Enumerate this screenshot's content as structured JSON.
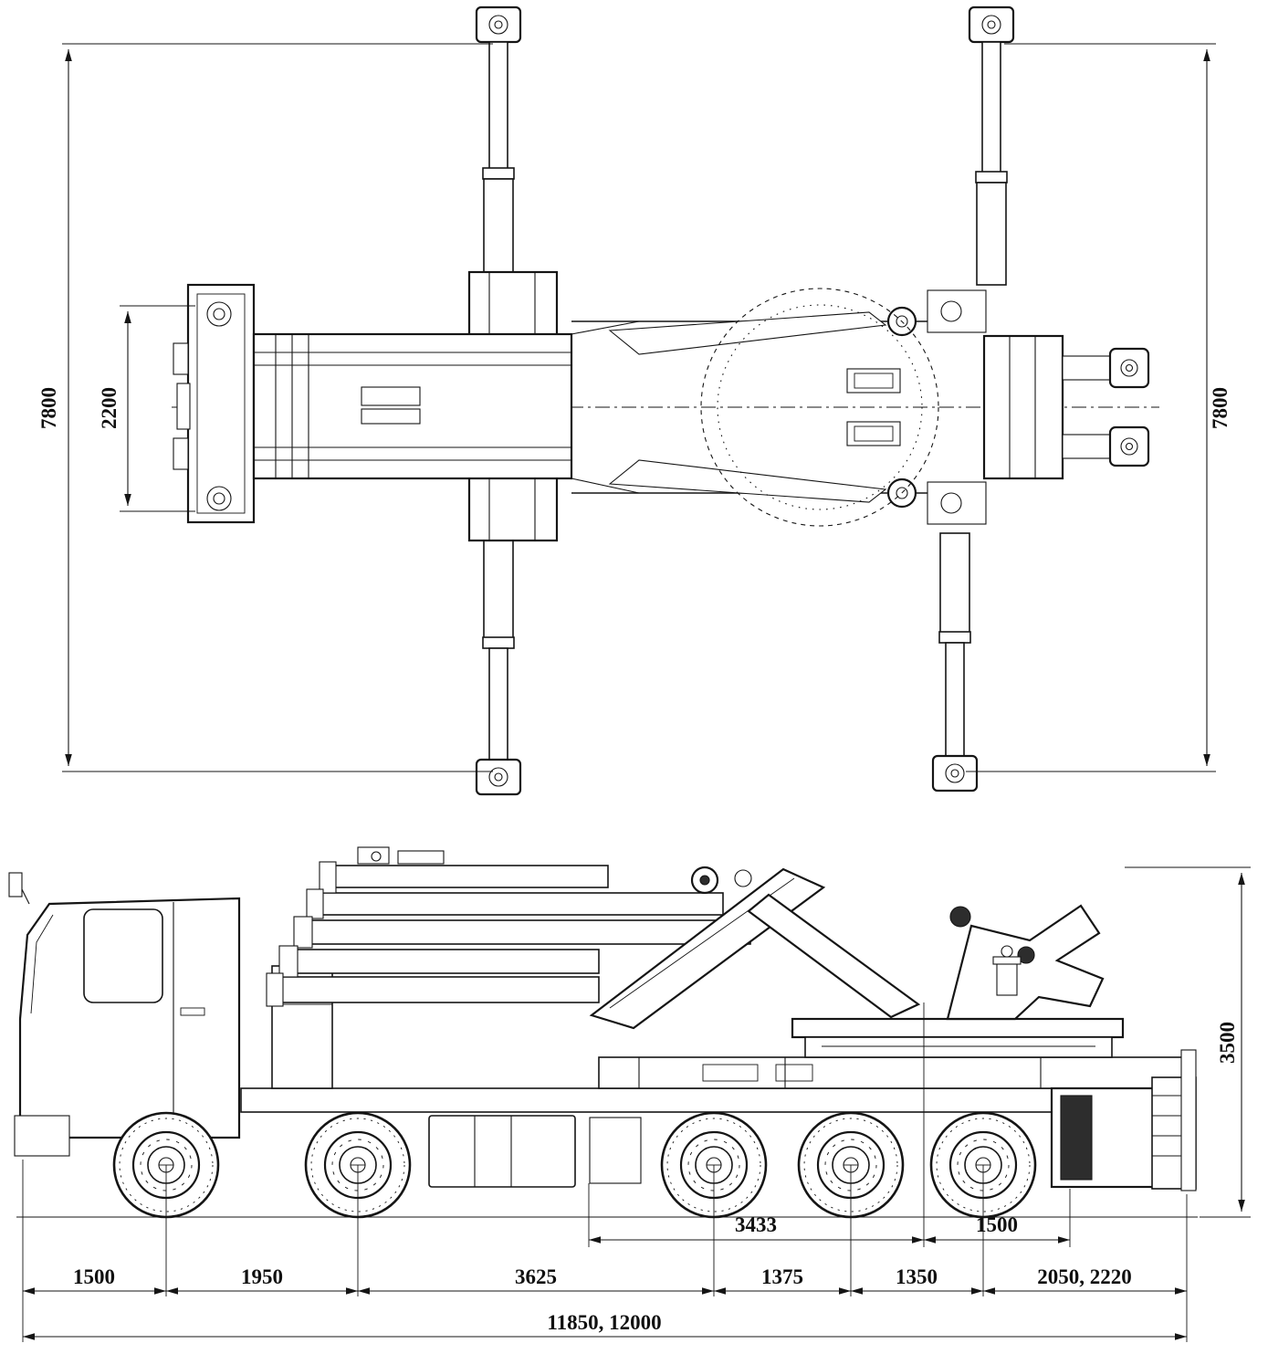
{
  "style": {
    "line_color": "#151515",
    "background": "#ffffff"
  },
  "top_view": {
    "span_left": "7800",
    "span_right": "7800",
    "chassis_width": "2200"
  },
  "side_view": {
    "height_overall": "3500",
    "boom_pivot_to_turret": "3433",
    "turret_to_rear": "1500",
    "front_overhang": "1500",
    "axle_1_2": "1950",
    "axle_2_3": "3625",
    "axle_3_4": "1375",
    "axle_4_5": "1350",
    "rear_overhang": "2050, 2220",
    "overall_length": "11850, 12000"
  }
}
